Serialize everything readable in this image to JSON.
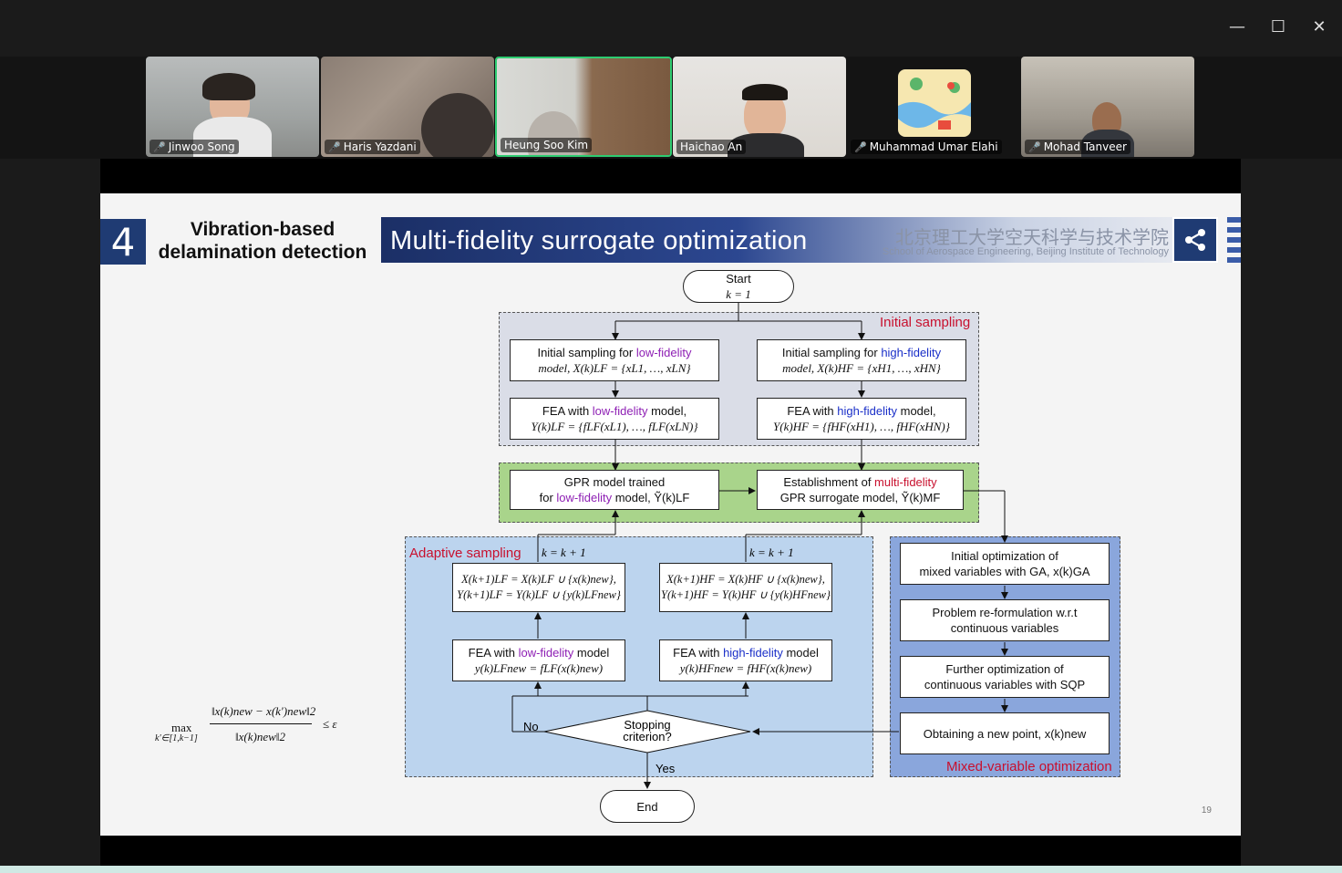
{
  "window": {
    "minimize_glyph": "—",
    "maximize_glyph": "☐",
    "close_glyph": "✕"
  },
  "participants": [
    {
      "name": "Jinwoo Song",
      "muted": true
    },
    {
      "name": "Haris Yazdani",
      "muted": true
    },
    {
      "name": "Heung Soo Kim",
      "muted": false,
      "active": true
    },
    {
      "name": "Haichao An",
      "muted": false
    },
    {
      "name": "Muhammad Umar Elahi",
      "muted": true
    },
    {
      "name": "Mohad Tanveer",
      "muted": true
    }
  ],
  "slide": {
    "section_number": "4",
    "section_title_line1": "Vibration-based",
    "section_title_line2": "delamination detection",
    "title": "Multi-fidelity surrogate optimization",
    "institution_cn": "北京理工大学空天科学与技术学院",
    "institution_en": "School of Aerospace Engineering, Beijing Institute of Technology",
    "page_number": "19",
    "flow": {
      "start_label": "Start",
      "start_eq": "k = 1",
      "initial_sampling_label": "Initial sampling",
      "lf_init_pre": "Initial sampling for ",
      "lf_word": "low-fidelity",
      "hf_word": "high-fidelity",
      "mf_word": "multi-fidelity",
      "lf_init_eq": "model, X(k)LF = {xL1, …, xLN}",
      "hf_init_eq": "model, X(k)HF = {xH1, …, xHN}",
      "fea_pre": "FEA with ",
      "fea_post": " model,",
      "lf_fea_eq": "Y(k)LF = {fLF(xL1), …, fLF(xLN)}",
      "hf_fea_eq": "Y(k)HF = {fHF(xH1), …, fHF(xHN)}",
      "gpr_lf_line1": "GPR model trained",
      "gpr_lf_pre": "for ",
      "gpr_lf_post": " model, Ỹ(k)LF",
      "mf_line1_pre": "Establishment of ",
      "mf_line2": "GPR surrogate model, Ỹ(k)MF",
      "adaptive_label": "Adaptive sampling",
      "k_update": "k = k + 1",
      "lf_update_1": "X(k+1)LF = X(k)LF ∪ {x(k)new},",
      "lf_update_2": "Y(k+1)LF = Y(k)LF ∪ {y(k)LFnew}",
      "hf_update_1": "X(k+1)HF = X(k)HF ∪ {x(k)new},",
      "hf_update_2": "Y(k+1)HF = Y(k)HF ∪ {y(k)HFnew}",
      "fea_model_post": " model",
      "lf_fea_new": "y(k)LFnew = fLF(x(k)new)",
      "hf_fea_new": "y(k)HFnew = fHF(x(k)new)",
      "decision_line1": "Stopping",
      "decision_line2": "criterion?",
      "no_label": "No",
      "yes_label": "Yes",
      "end_label": "End",
      "mixed_label": "Mixed-variable optimization",
      "opt1_line1": "Initial optimization of",
      "opt1_line2": "mixed variables with GA, x(k)GA",
      "opt2_line1": "Problem re-formulation w.r.t",
      "opt2_line2": "continuous variables",
      "opt3_line1": "Further optimization of",
      "opt3_line2": "continuous variables with SQP",
      "opt4": "Obtaining a new point, x(k)new",
      "criterion_max": "max",
      "criterion_sub": "k′∈[1,k−1]",
      "criterion_num": "‖x(k)new − x(k′)new‖2",
      "criterion_den": "‖x(k)new‖2",
      "criterion_rhs": "≤ ε"
    }
  }
}
